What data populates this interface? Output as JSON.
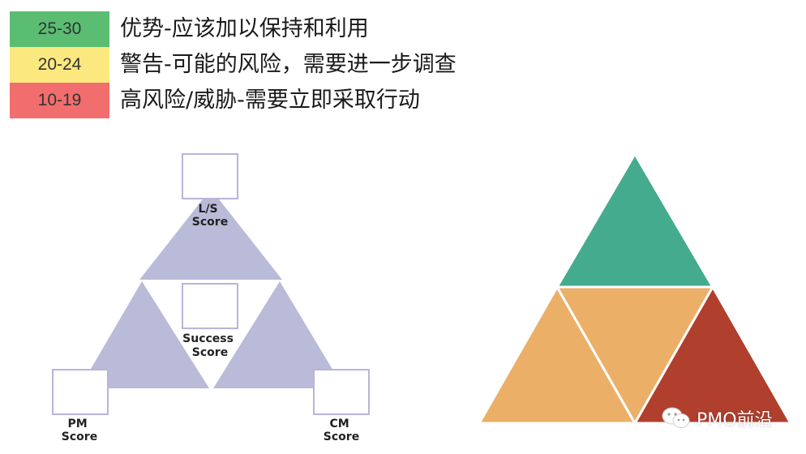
{
  "legend": {
    "items": [
      {
        "range": "25-30",
        "text": "优势-应该加以保持和利用",
        "color": "#5bbd72"
      },
      {
        "range": "20-24",
        "text": "警告-可能的风险，需要进一步调查",
        "color": "#fbe87e"
      },
      {
        "range": "10-19",
        "text": "高风险/威胁-需要立即采取行动",
        "color": "#f26d6d"
      }
    ]
  },
  "score_triangle": {
    "fill_color": "#babbd9",
    "ls_label_line1": "L/S",
    "ls_label_line2": "Score",
    "success_label_line1": "Success",
    "success_label_line2": "Score",
    "pm_label_line1": "PM",
    "pm_label_line2": "Score",
    "cm_label_line1": "CM",
    "cm_label_line2": "Score"
  },
  "colored_triangle": {
    "top_color": "#45ab8f",
    "left_color": "#ecaf68",
    "center_color": "#ecaf68",
    "right_color": "#b03f2d"
  },
  "watermark": {
    "text": "PMO前沿",
    "icon": "wechat-icon"
  }
}
